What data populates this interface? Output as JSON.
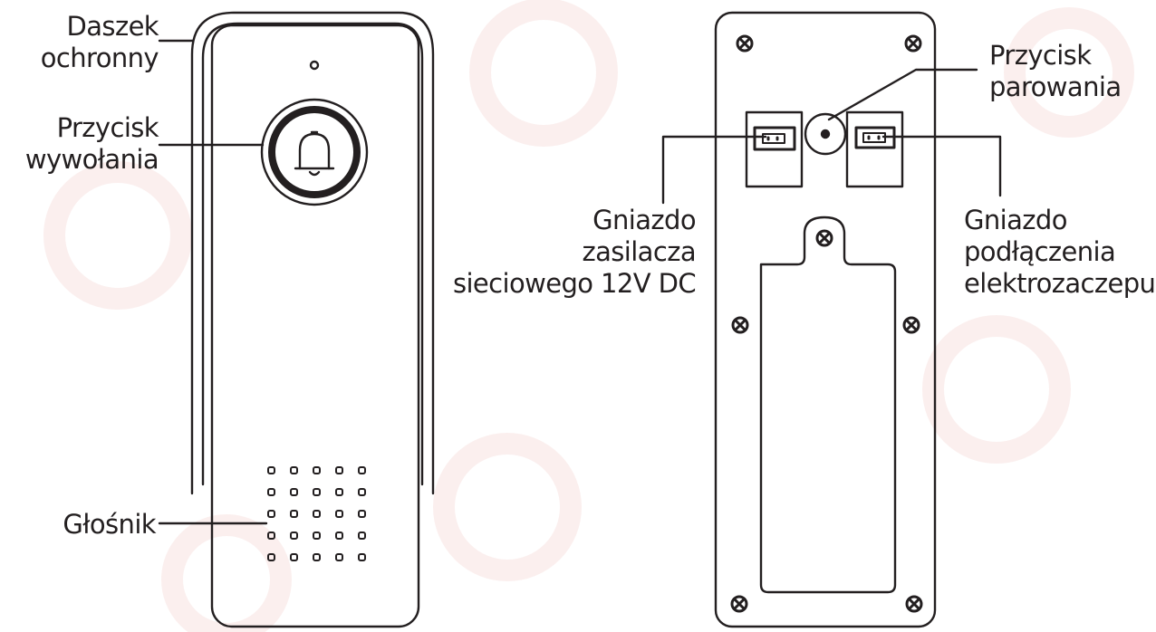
{
  "front": {
    "hood_label": "Daszek\nochronny",
    "call_button_label": "Przycisk\nwywołania",
    "speaker_label": "Głośnik"
  },
  "back": {
    "pairing_button_label": "Przycisk\nparowania",
    "power_socket_label": "Gniazdo\nzasilacza\nsieciowego 12V DC",
    "lock_socket_label": "Gniazdo\npodłączenia\nelektrozaczepu"
  },
  "colors": {
    "line": "#231f20",
    "watermark": "#f8e4e2",
    "background": "#ffffff"
  },
  "icons": {
    "call_button": "bell-icon",
    "mount_screws": "screw-icon"
  }
}
